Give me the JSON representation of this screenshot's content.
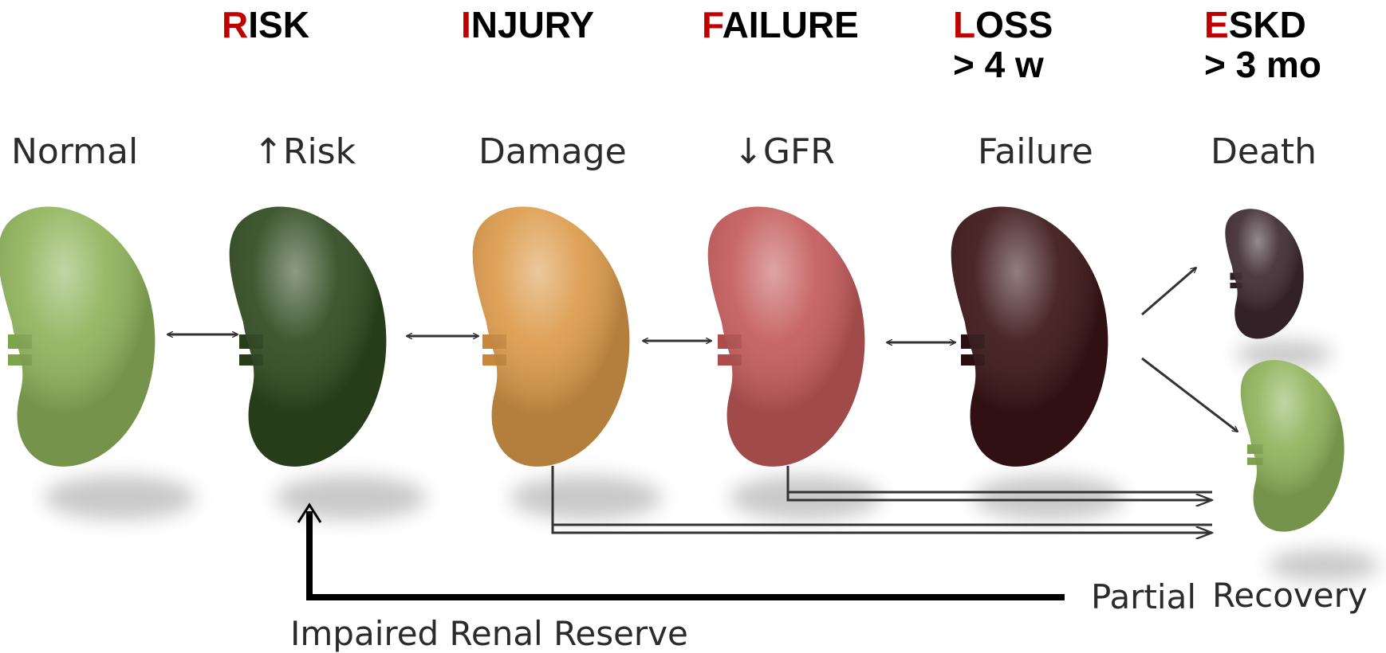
{
  "rifle": [
    {
      "initial": "R",
      "rest": "ISK",
      "duration": ""
    },
    {
      "initial": "I",
      "rest": "NJURY",
      "duration": ""
    },
    {
      "initial": "F",
      "rest": "AILURE",
      "duration": ""
    },
    {
      "initial": "L",
      "rest": "OSS",
      "duration": "> 4 w"
    },
    {
      "initial": "E",
      "rest": "SKD",
      "duration": "> 3 mo"
    }
  ],
  "stages": [
    "Normal",
    "↑Risk",
    "Damage",
    "↓GFR",
    "Failure",
    "Death"
  ],
  "labels": {
    "partial": "Partial",
    "recovery": "Recovery",
    "reserve": "Impaired Renal Reserve"
  },
  "colors": {
    "rifle_initial": "#c00000",
    "kidney_normal": "#8fb35a",
    "kidney_risk": "#2f4a1f",
    "kidney_damage": "#dc9a4a",
    "kidney_gfr": "#c45a5a",
    "kidney_failure": "#3a1416",
    "kidney_death": "#3d2a30",
    "kidney_recovery": "#8fb35a"
  }
}
